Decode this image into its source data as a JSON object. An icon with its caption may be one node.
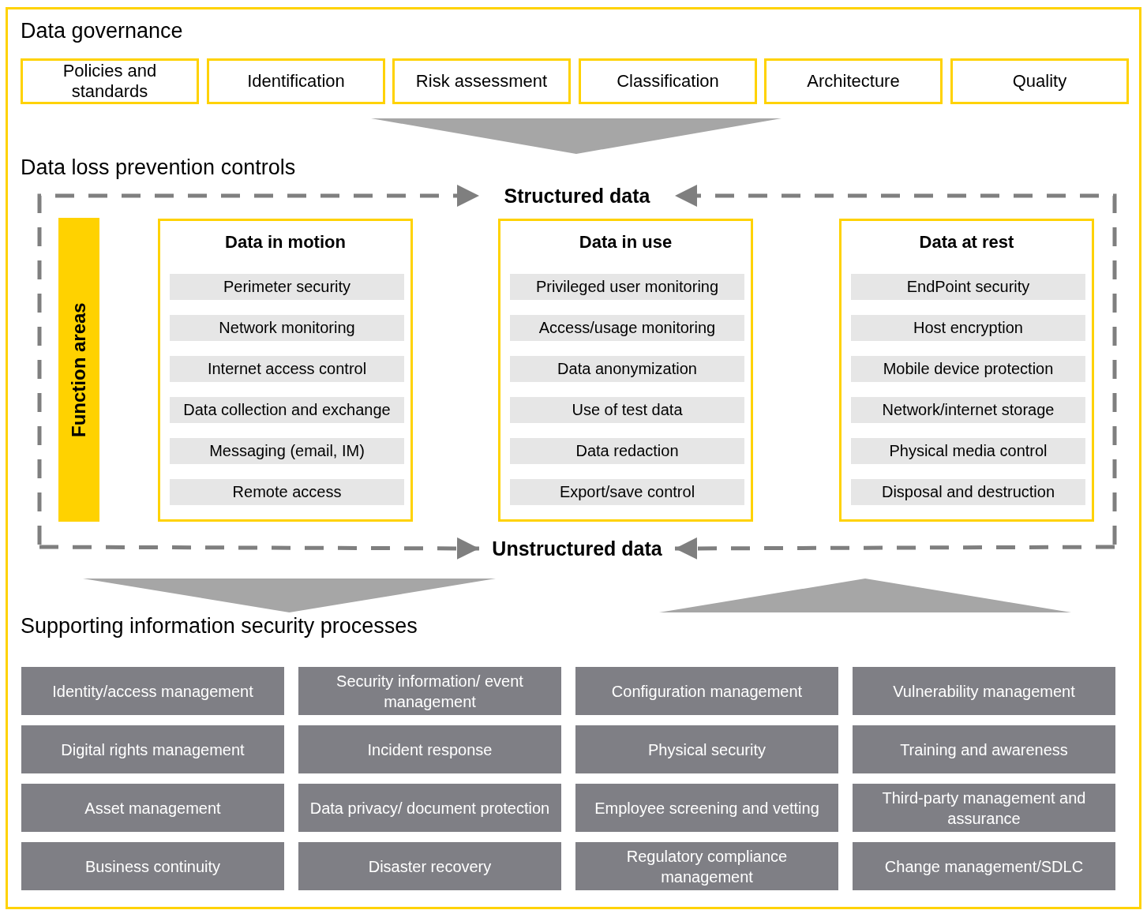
{
  "diagram": {
    "nodes": [
      {
        "text": [
          "Data governance"
        ]
      },
      {
        "text": [
          "Policies and standards"
        ],
        "in": 0
      },
      {
        "text": [
          "Identification"
        ],
        "in": 0
      },
      {
        "text": [
          "Risk assessment"
        ],
        "in": 0
      },
      {
        "text": [
          "Classification"
        ],
        "in": 0
      },
      {
        "text": [
          "Architecture"
        ],
        "in": 0
      },
      {
        "text": [
          "Quality"
        ],
        "in": 0
      },
      {
        "text": [
          "Data loss prevention controls"
        ]
      },
      {
        "text": [
          "Structured data"
        ],
        "in": 7
      },
      {
        "text": [
          "Function areas"
        ],
        "in": 7
      },
      {
        "text": [
          "Data in motion"
        ],
        "in": 7
      },
      {
        "text": [
          "Perimeter security"
        ],
        "in": 10
      },
      {
        "text": [
          "Network monitoring"
        ],
        "in": 10
      },
      {
        "text": [
          "Internet access control"
        ],
        "in": 10
      },
      {
        "text": [
          "Data collection and exchange"
        ],
        "in": 10
      },
      {
        "text": [
          "Messaging (email, IM)"
        ],
        "in": 10
      },
      {
        "text": [
          "Remote access"
        ],
        "in": 10
      },
      {
        "text": [
          "Data in use"
        ],
        "in": 7
      },
      {
        "text": [
          "Privileged user monitoring"
        ],
        "in": 17
      },
      {
        "text": [
          "Access/usage monitoring"
        ],
        "in": 17
      },
      {
        "text": [
          "Data anonymization"
        ],
        "in": 17
      },
      {
        "text": [
          "Use of test data"
        ],
        "in": 17
      },
      {
        "text": [
          "Data redaction"
        ],
        "in": 17
      },
      {
        "text": [
          "Export/save control"
        ],
        "in": 17
      },
      {
        "text": [
          "Data at rest"
        ],
        "in": 7
      },
      {
        "text": [
          "EndPoint security"
        ],
        "in": 24
      },
      {
        "text": [
          "Host encryption"
        ],
        "in": 24
      },
      {
        "text": [
          "Mobile device protection"
        ],
        "in": 24
      },
      {
        "text": [
          "Network/internet storage"
        ],
        "in": 24
      },
      {
        "text": [
          "Physical media control"
        ],
        "in": 24
      },
      {
        "text": [
          "Disposal and destruction"
        ],
        "in": 24
      },
      {
        "text": [
          "Unstructured data"
        ],
        "in": 7
      },
      {
        "text": [
          "Supporting information security processes"
        ]
      },
      {
        "text": [
          "Identity/access management"
        ],
        "in": 32
      },
      {
        "text": [
          "Security information/ event management"
        ],
        "in": 32
      },
      {
        "text": [
          "Configuration management"
        ],
        "in": 32
      },
      {
        "text": [
          "Vulnerability management"
        ],
        "in": 32
      },
      {
        "text": [
          "Digital rights management"
        ],
        "in": 32
      },
      {
        "text": [
          "Incident response"
        ],
        "in": 32
      },
      {
        "text": [
          "Physical security"
        ],
        "in": 32
      },
      {
        "text": [
          "Training and awareness"
        ],
        "in": 32
      },
      {
        "text": [
          "Asset management"
        ],
        "in": 32
      },
      {
        "text": [
          "Data privacy/ document protection"
        ],
        "in": 32
      },
      {
        "text": [
          "Employee screening and vetting"
        ],
        "in": 32
      },
      {
        "text": [
          "Third-party management and assurance"
        ],
        "in": 32
      },
      {
        "text": [
          "Business continuity"
        ],
        "in": 32
      },
      {
        "text": [
          "Disaster recovery"
        ],
        "in": 32
      },
      {
        "text": [
          "Regulatory compliance management"
        ],
        "in": 32
      },
      {
        "text": [
          "Change management/SDLC"
        ],
        "in": 32
      }
    ],
    "edges": [
      {
        "from": 0,
        "to": 7,
        "arrow": "to",
        "style": "thick"
      },
      {
        "from": null,
        "to": 8,
        "arrow": "to",
        "style": "dashed"
      },
      {
        "from": null,
        "to": 8,
        "arrow": "to",
        "style": "dashed"
      },
      {
        "from": null,
        "to": 31,
        "arrow": "to",
        "style": "dashed"
      },
      {
        "from": null,
        "to": 31,
        "arrow": "to",
        "style": "dashed"
      },
      {
        "from": 7,
        "to": 32,
        "arrow": "to",
        "style": "thick"
      },
      {
        "from": 32,
        "to": 7,
        "arrow": "to",
        "style": "thick"
      }
    ]
  }
}
